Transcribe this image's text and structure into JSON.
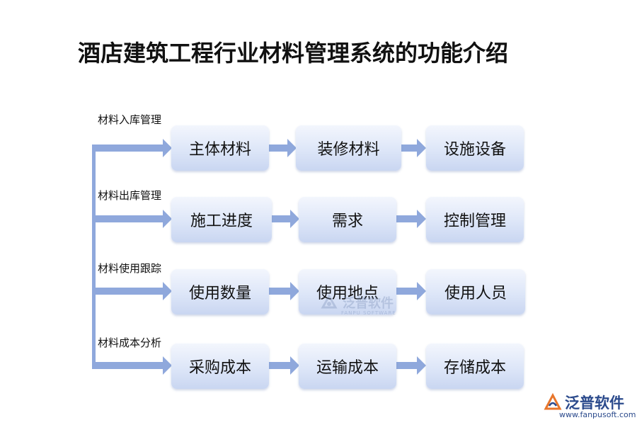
{
  "title": "酒店建筑工程行业材料管理系统的功能介绍",
  "rows": [
    {
      "label": "材料入库管理",
      "nodes": [
        "主体材料",
        "装修材料",
        "设施设备"
      ]
    },
    {
      "label": "材料出库管理",
      "nodes": [
        "施工进度",
        "需求",
        "控制管理"
      ]
    },
    {
      "label": "材料使用跟踪",
      "nodes": [
        "使用数量",
        "使用地点",
        "使用人员"
      ]
    },
    {
      "label": "材料成本分析",
      "nodes": [
        "采购成本",
        "运输成本",
        "存储成本"
      ]
    }
  ],
  "watermark": {
    "text": "泛普软件",
    "sub": "FANPU SOFTWARE"
  },
  "logo": {
    "text": "泛普软件",
    "url": "www.fanpusoft.com"
  },
  "colors": {
    "arrow": "#8fa8dc",
    "node_top": "#f3f6fd",
    "node_bottom": "#c9d6f1",
    "logo": "#2b4a8c"
  }
}
